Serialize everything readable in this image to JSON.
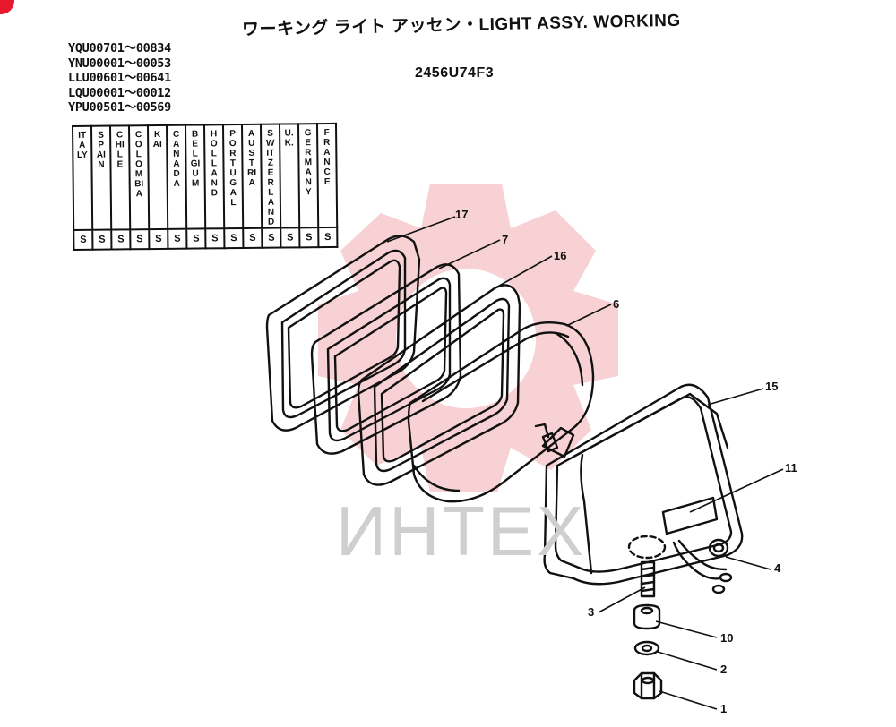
{
  "header": {
    "title": "ワーキング ライト アッセン・LIGHT ASSY. WORKING",
    "part_number": "2456U74F3"
  },
  "serial_ranges": [
    "YQU00701～00834",
    "YNU00001～00053",
    "LLU00601～00641",
    "LQU00001～00012",
    "YPU00501～00569"
  ],
  "country_table": {
    "countries": [
      "ITALY",
      "SPAIN",
      "CHILE",
      "COLOMBIA",
      "KAI",
      "CANADA",
      "BELGIUM",
      "HOLLAND",
      "PORTUGAL",
      "AUSTRIA",
      "SWITZERLAND",
      "U.K.",
      "GERMANY",
      "FRANCE"
    ],
    "marks": [
      "S",
      "S",
      "S",
      "S",
      "S",
      "S",
      "S",
      "S",
      "S",
      "S",
      "S",
      "S",
      "S",
      "S"
    ]
  },
  "callouts": [
    "17",
    "7",
    "16",
    "6",
    "15",
    "11",
    "4",
    "3",
    "10",
    "2",
    "1"
  ],
  "watermark": "ИНТЕХ",
  "colors": {
    "watermark_gear": "#f6c9cc",
    "line": "#111111",
    "brand": "#e8192c"
  }
}
